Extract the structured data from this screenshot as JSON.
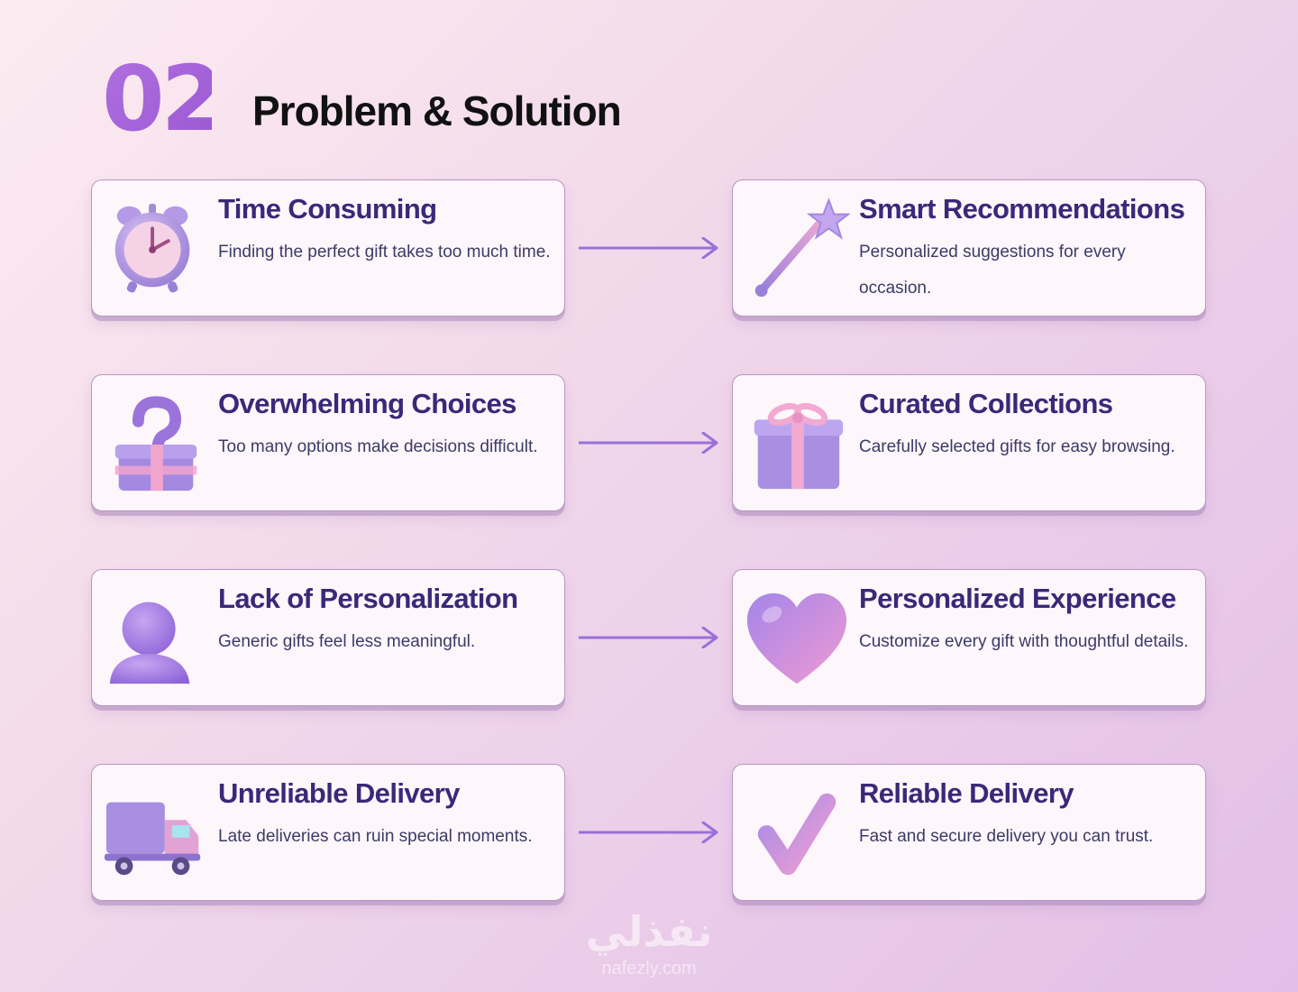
{
  "header": {
    "number": "02",
    "title": "Problem & Solution"
  },
  "colors": {
    "accent": "#a45fd8",
    "title_text": "#3a2878",
    "arrow": "#9a70d8",
    "card_border": "#b896c4"
  },
  "rows": [
    {
      "problem": {
        "icon": "alarm-clock-icon",
        "title": "Time Consuming",
        "description": "Finding the perfect gift takes too much time."
      },
      "solution": {
        "icon": "magic-wand-icon",
        "title": "Smart Recommendations",
        "description": "Personalized suggestions for every occasion."
      }
    },
    {
      "problem": {
        "icon": "question-gift-icon",
        "title": "Overwhelming Choices",
        "description": "Too many options make decisions difficult."
      },
      "solution": {
        "icon": "gift-box-icon",
        "title": "Curated Collections",
        "description": "Carefully selected gifts for easy browsing."
      }
    },
    {
      "problem": {
        "icon": "user-icon",
        "title": "Lack of Personalization",
        "description": "Generic gifts feel less meaningful."
      },
      "solution": {
        "icon": "heart-icon",
        "title": "Personalized Experience",
        "description": "Customize every gift with thoughtful details."
      }
    },
    {
      "problem": {
        "icon": "delivery-truck-icon",
        "title": "Unreliable Delivery",
        "description": "Late deliveries can ruin special moments."
      },
      "solution": {
        "icon": "checkmark-icon",
        "title": "Reliable Delivery",
        "description": "Fast and secure delivery you can trust."
      }
    }
  ],
  "watermark": {
    "arabic": "نفذلي",
    "latin": "nafezly.com"
  }
}
